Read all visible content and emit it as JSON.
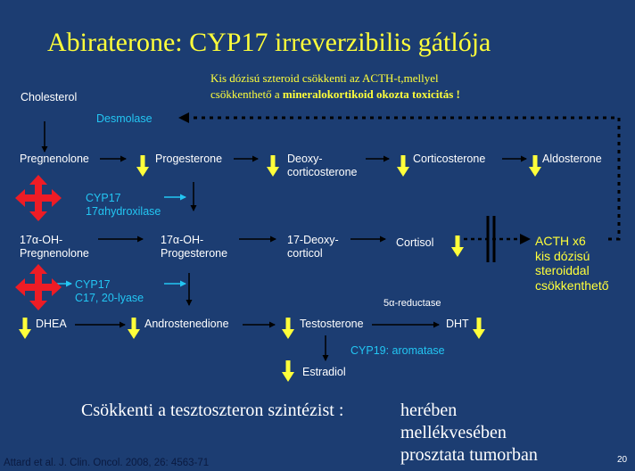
{
  "title": "Abiraterone:  CYP17 irreverzibilis gátlója",
  "note": {
    "line1": "Kis dózisú szteroid csökkenti az ACTH-t,mellyel",
    "line2_pre": "csökkenthető a ",
    "line2_bold": "mineralokortikoid okozta toxicitás !"
  },
  "nodes": {
    "cholesterol": "Cholesterol",
    "desmolase": "Desmolase",
    "pregnenolone": "Pregnenolone",
    "progesterone": "Progesterone",
    "deoxy_1": "Deoxy-",
    "deoxy_2": "corticosterone",
    "corticosterone": "Corticosterone",
    "aldosterone": "Aldosterone",
    "cyp17a_1": "CYP17",
    "cyp17a_2": "17αhydroxilase",
    "oh_preg_1": "17α-OH-",
    "oh_preg_2": "Pregnenolone",
    "oh_prog_1": "17α-OH-",
    "oh_prog_2": "Progesterone",
    "deoxycort_1": "17-Deoxy-",
    "deoxycort_2": "corticol",
    "cortisol": "Cortisol",
    "acth_1": "ACTH x6",
    "acth_2": "kis dózisú",
    "acth_3": "steroiddal",
    "acth_4": "csökkenthető",
    "cyp17b_1": "CYP17",
    "cyp17b_2": "C17, 20-lyase",
    "reductase": "5α-reductase",
    "dhea": "DHEA",
    "androstenedione": "Androstenedione",
    "testosterone": "Testosterone",
    "dht": "DHT",
    "aromatase": "CYP19: aromatase",
    "estradiol": "Estradiol"
  },
  "conclusion": {
    "lead": "Csökkenti a tesztoszteron szintézist :",
    "items": [
      "herében",
      "mellékvesében",
      "prosztata tumorban"
    ]
  },
  "footer": {
    "citation": "Attard et al. J. Clin. Oncol. 2008, 26: 4563-71",
    "page_number": "20"
  },
  "colors": {
    "background": "#1c3d72",
    "title": "#ffff3a",
    "highlight_arrow": "#ffff3a",
    "enzyme_text": "#23c6f3",
    "inhibition_cross": "#ee1c25"
  },
  "icons": {
    "inhibition": "red-four-way-arrow-icon",
    "decrease": "yellow-down-arrow-icon"
  }
}
